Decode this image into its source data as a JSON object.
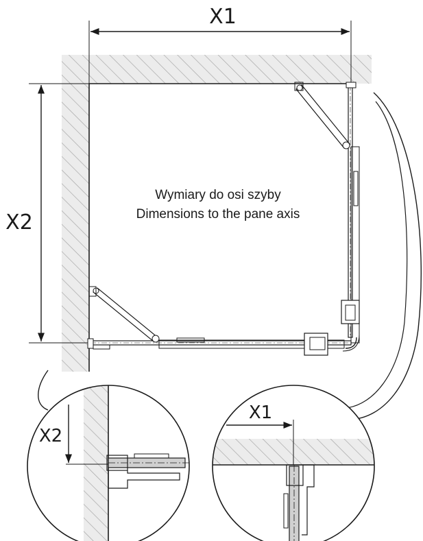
{
  "dimensions": {
    "x1_label": "X1",
    "x2_label": "X2"
  },
  "note": {
    "line1": "Wymiary do osi szyby",
    "line2": "Dimensions to the pane axis"
  },
  "details": {
    "left_label": "X2",
    "right_label": "X1"
  },
  "colors": {
    "wall_fill": "#e8e8e8",
    "hatch": "#aaaaaa",
    "line": "#1a1a1a"
  }
}
